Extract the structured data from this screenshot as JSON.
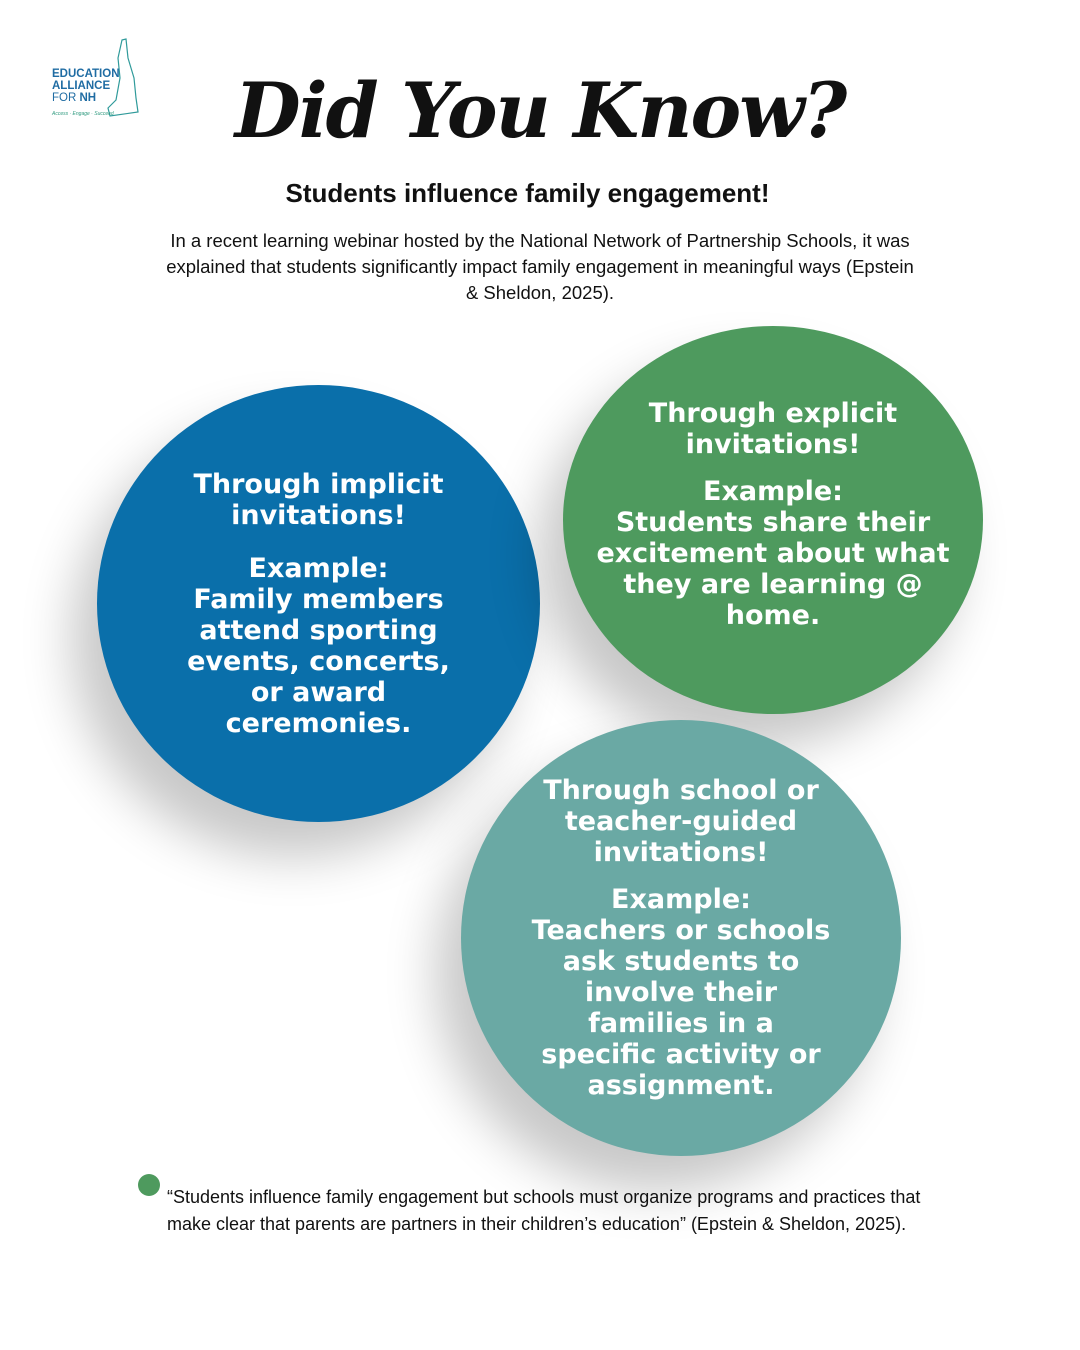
{
  "logo": {
    "line1": "EDUCATION",
    "line2": "ALLIANCE",
    "line3_prefix": "FOR ",
    "line3_bold": "NH",
    "tagline": "Access · Engage · Succeed"
  },
  "title": "Did You Know?",
  "subtitle": "Students influence family engagement!",
  "intro": "In a recent learning webinar hosted by the National Network of Partnership Schools, it was explained that students significantly impact family engagement in meaningful ways (Epstein & Sheldon, 2025).",
  "circles": [
    {
      "heading": "Through implicit invitations!",
      "example_label": "Example:",
      "example": "Family members attend sporting events, concerts, or award ceremonies.",
      "color": "#0a6faa"
    },
    {
      "heading": "Through explicit invitations!",
      "example_label": "Example:",
      "example": "Students share their excitement about what they are learning @ home.",
      "color": "#4e9a5e"
    },
    {
      "heading": "Through school or teacher-guided invitations!",
      "example_label": "Example:",
      "example": "Teachers or schools ask students to involve their families in a specific activity or assignment.",
      "color": "#6aa9a4"
    }
  ],
  "quote": "“Students influence family engagement but schools must organize programs and practices that make clear that parents are partners in their children’s education” (Epstein & Sheldon, 2025)."
}
